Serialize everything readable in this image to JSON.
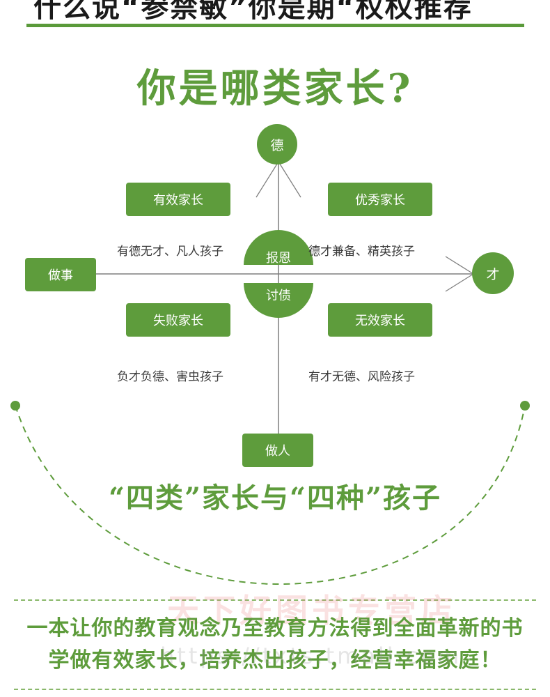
{
  "header": {
    "text": "什么说“参禁敏”你是期“权权推荐"
  },
  "title": "你是哪类家长?",
  "nodes": {
    "top": "德",
    "right": "才",
    "left": "做事",
    "bottom": "做人",
    "center_top": "报恩",
    "center_bottom": "讨债"
  },
  "quadrants": {
    "top_left": {
      "title": "有效家长",
      "desc": "有德无才、凡人孩子"
    },
    "top_right": {
      "title": "优秀家长",
      "desc": "德才兼备、精英孩子"
    },
    "bottom_left": {
      "title": "失败家长",
      "desc": "负才负德、害虫孩子"
    },
    "bottom_right": {
      "title": "无效家长",
      "desc": "有才无德、风险孩子"
    }
  },
  "subtitle": "“四类”家长与“四种”孩子",
  "footer": {
    "line1": "一本让你的教育观念乃至教育方法得到全面革新的书",
    "line2": "学做有效家长，培养杰出孩子，经营幸福家庭！"
  },
  "watermark": {
    "text": "天下好图书专营店",
    "url": "https://txts.tmall.com"
  },
  "colors": {
    "accent": "#5e9c3c",
    "line": "#7f7f7f"
  }
}
